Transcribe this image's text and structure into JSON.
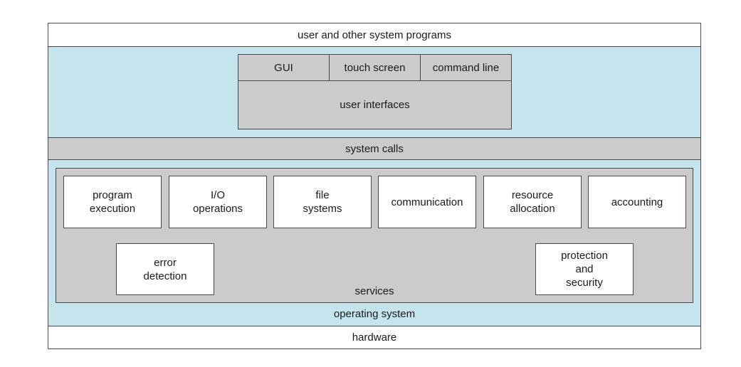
{
  "layers": {
    "top": "user and other system programs",
    "operating_system": "operating system",
    "system_calls": "system calls",
    "hardware": "hardware"
  },
  "user_interfaces": {
    "title": "user interfaces",
    "items": [
      "GUI",
      "touch screen",
      "command line"
    ]
  },
  "services": {
    "title": "services",
    "row1": [
      "program\nexecution",
      "I/O\noperations",
      "file\nsystems",
      "communication",
      "resource\nallocation",
      "accounting"
    ],
    "row2": [
      "error\ndetection",
      "protection\nand\nsecurity"
    ]
  }
}
